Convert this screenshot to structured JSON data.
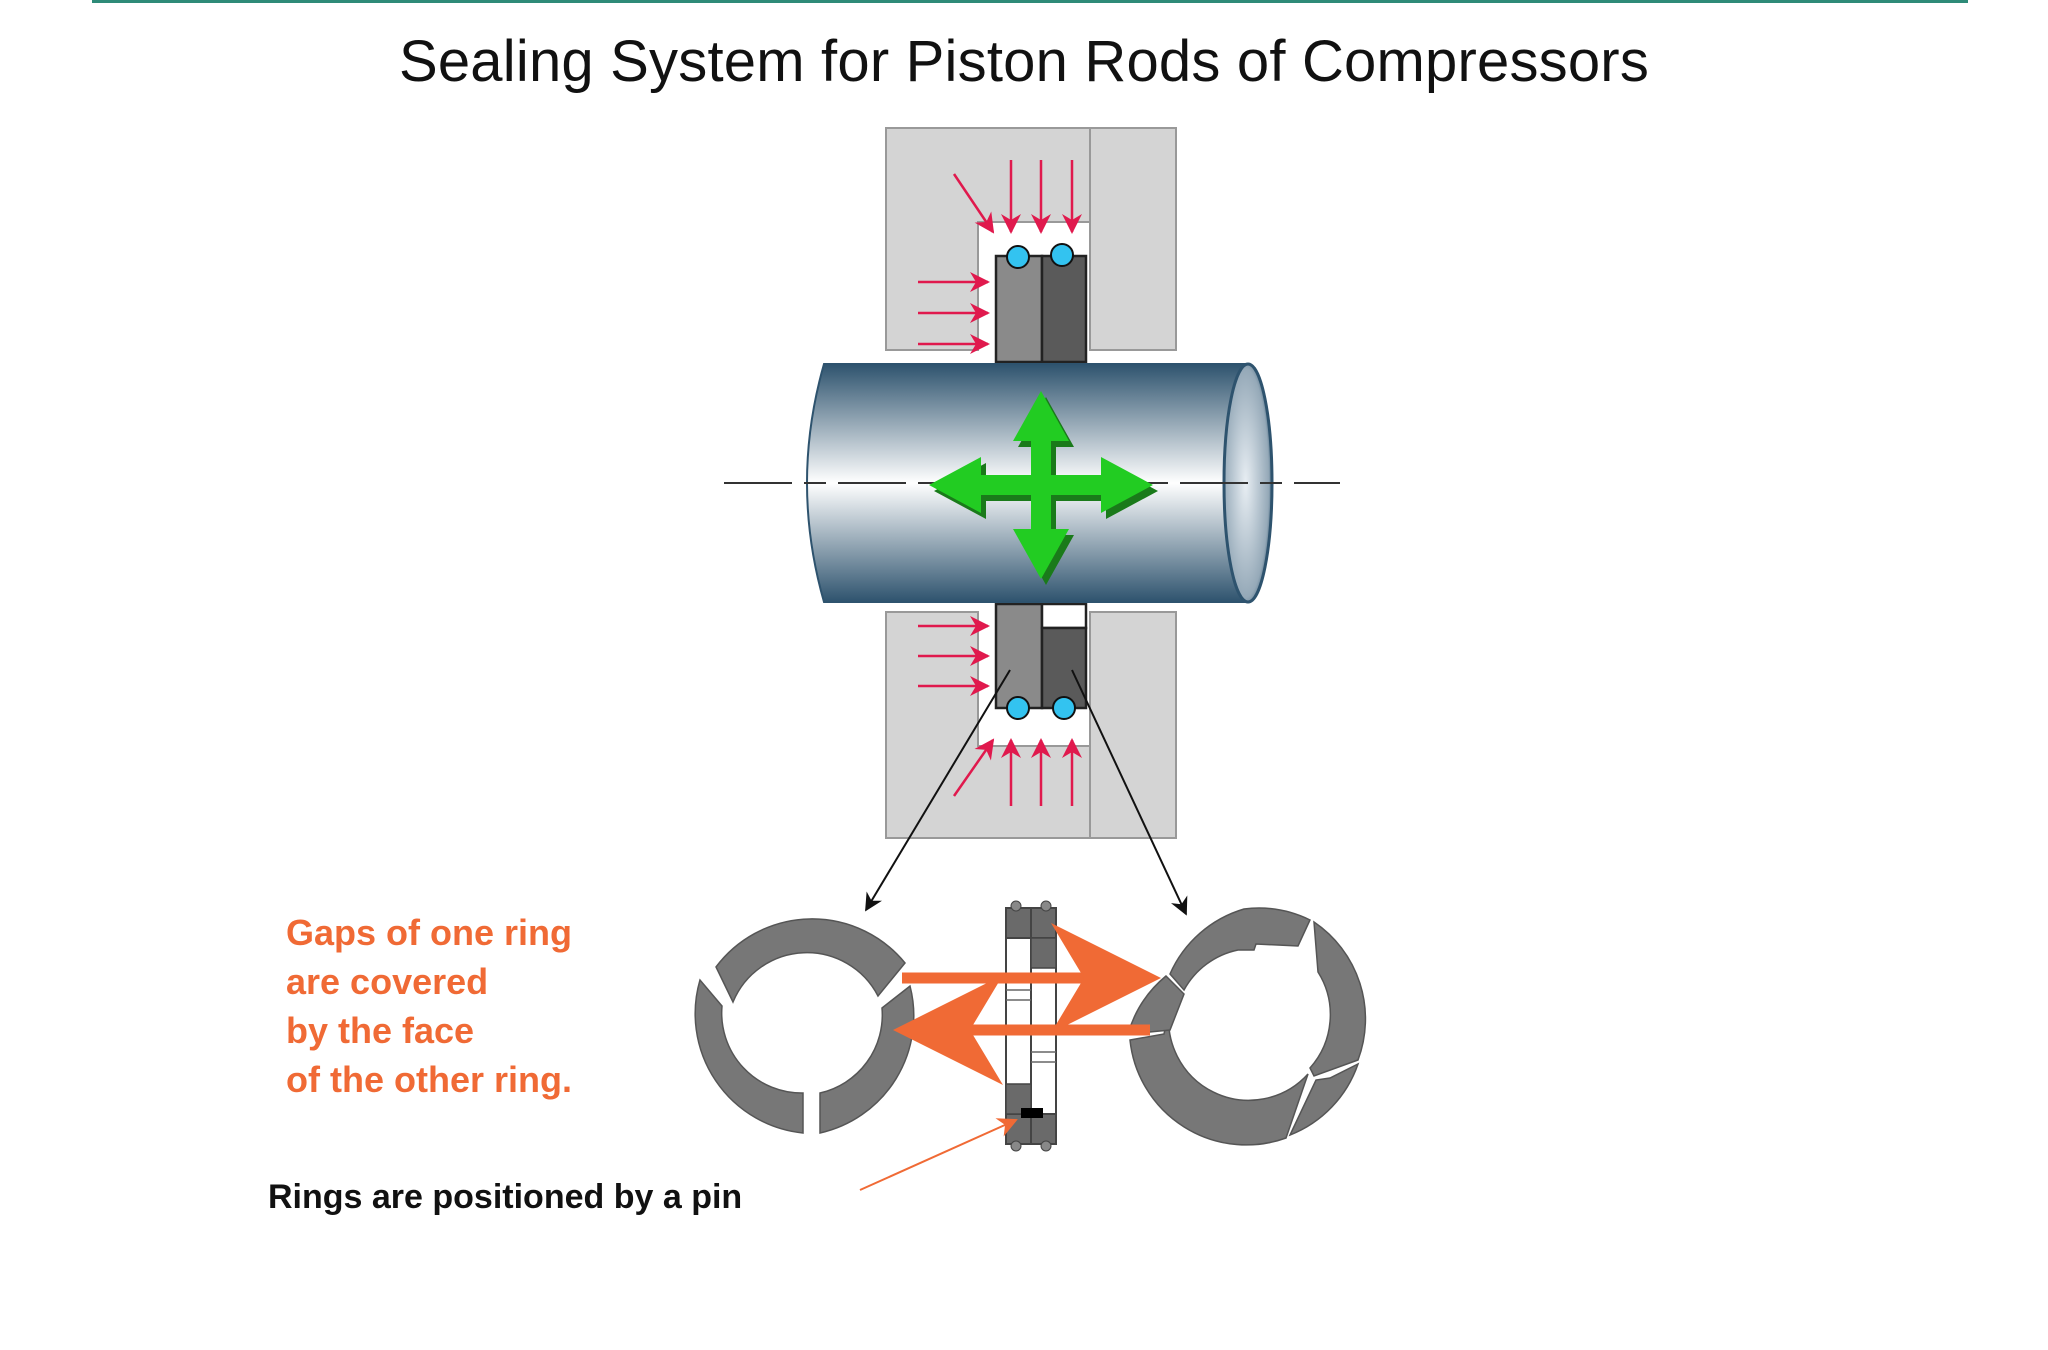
{
  "title": "Sealing System for Piston Rods of Compressors",
  "annotations": {
    "gaps_lines": [
      "Gaps of one ring",
      "are covered",
      "by the face",
      "of the other ring."
    ],
    "pin_label": "Rings are positioned by a pin"
  },
  "colors": {
    "accent_rule": "#2e8b78",
    "pressure_arrows": "#e0194d",
    "motion_arrows": "#22cc22",
    "callout_orange": "#f06a35",
    "o_ring": "#33c3f0",
    "housing": "#d4d4d4",
    "ring_gray": "#777777"
  },
  "icons": {
    "motion": "four-way-arrow-icon",
    "pressure": "pressure-arrow-icon",
    "o_ring": "o-ring-icon"
  }
}
